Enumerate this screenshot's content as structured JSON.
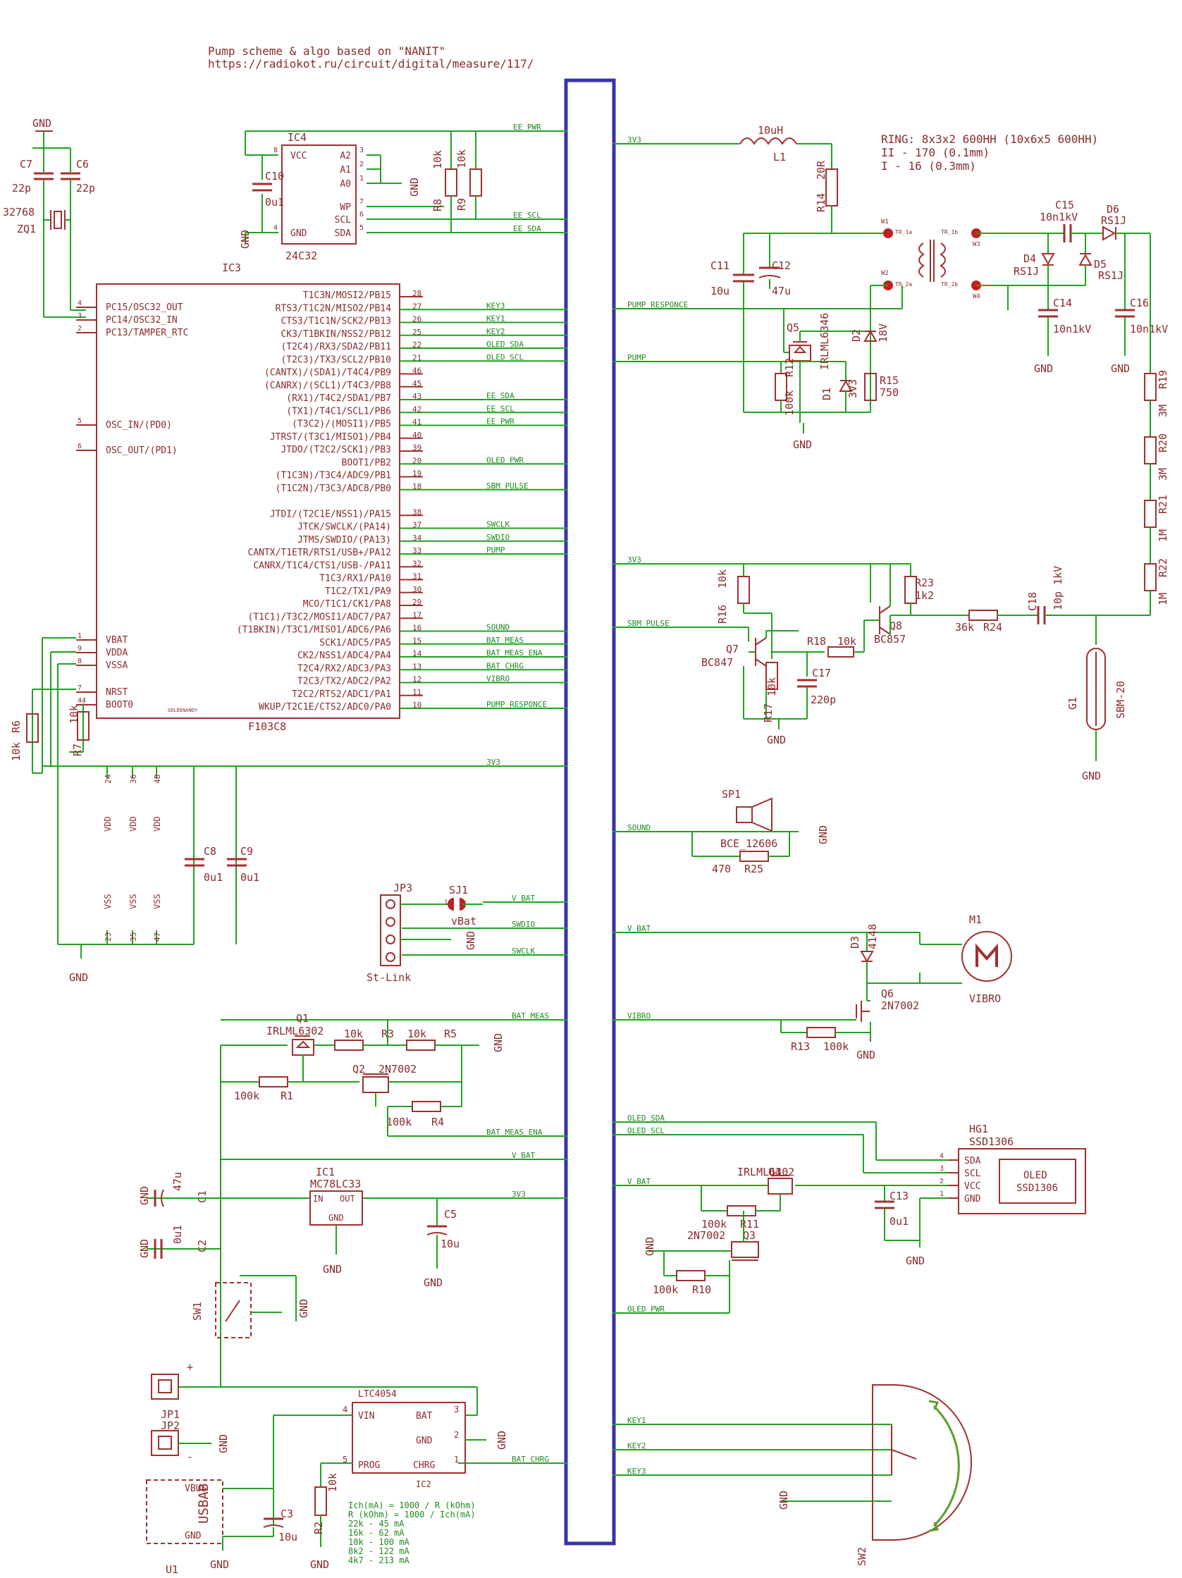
{
  "header": {
    "title": "Pump scheme & algo based on \"NANIT\"",
    "url": "https://radiokot.ru/circuit/digital/measure/117/"
  },
  "ring_note": {
    "line1": "RING: 8x3x2 600HH (10x6x5 600HH)",
    "line2": "II - 170 (0.1mm)",
    "line3": "I - 16 (0.3mm)"
  },
  "mcu": {
    "name": "IC3",
    "part": "F103C8",
    "left_pins": [
      {
        "num": "4",
        "label": "PC15/OSC32_OUT"
      },
      {
        "num": "3",
        "label": "PC14/OSC32_IN"
      },
      {
        "num": "2",
        "label": "PC13/TAMPER_RTC"
      },
      {
        "num": "5",
        "label": "OSC_IN/(PD0)"
      },
      {
        "num": "6",
        "label": "OSC_OUT/(PD1)"
      },
      {
        "num": "1",
        "label": "VBAT"
      },
      {
        "num": "9",
        "label": "VDDA"
      },
      {
        "num": "8",
        "label": "VSSA"
      },
      {
        "num": "7",
        "label": "NRST"
      },
      {
        "num": "44",
        "label": "BOOT0"
      }
    ],
    "right_pins": [
      {
        "num": "28",
        "label": "T1C3N/MOSI2/PB15",
        "net": ""
      },
      {
        "num": "27",
        "label": "RTS3/T1C2N/MISO2/PB14",
        "net": "KEY3"
      },
      {
        "num": "26",
        "label": "CTS3/T1C1N/SCK2/PB13",
        "net": "KEY1"
      },
      {
        "num": "25",
        "label": "CK3/T1BKIN/NSS2/PB12",
        "net": "KEY2"
      },
      {
        "num": "22",
        "label": "(T2C4)/RX3/SDA2/PB11",
        "net": "OLED_SDA"
      },
      {
        "num": "21",
        "label": "(T2C3)/TX3/SCL2/PB10",
        "net": "OLED_SCL"
      },
      {
        "num": "46",
        "label": "(CANTX)/(SDA1)/T4C4/PB9",
        "net": ""
      },
      {
        "num": "45",
        "label": "(CANRX)/(SCL1)/T4C3/PB8",
        "net": ""
      },
      {
        "num": "43",
        "label": "(RX1)/T4C2/SDA1/PB7",
        "net": "EE_SDA"
      },
      {
        "num": "42",
        "label": "(TX1)/T4C1/SCL1/PB6",
        "net": "EE_SCL"
      },
      {
        "num": "41",
        "label": "(T3C2)/(MOSI1)/PB5",
        "net": "EE_PWR"
      },
      {
        "num": "40",
        "label": "JTRST/(T3C1/MISO1)/PB4",
        "net": ""
      },
      {
        "num": "39",
        "label": "JTDO/(T2C2/SCK1)/PB3",
        "net": ""
      },
      {
        "num": "20",
        "label": "BOOT1/PB2",
        "net": "OLED_PWR"
      },
      {
        "num": "19",
        "label": "(T1C3N)/T3C4/ADC9/PB1",
        "net": ""
      },
      {
        "num": "18",
        "label": "(T1C2N)/T3C3/ADC8/PB0",
        "net": "SBM_PULSE"
      },
      {
        "num": "38",
        "label": "JTDI/(T2C1E/NSS1)/PA15",
        "net": ""
      },
      {
        "num": "37",
        "label": "JTCK/SWCLK/(PA14)",
        "net": "SWCLK"
      },
      {
        "num": "34",
        "label": "JTMS/SWDIO/(PA13)",
        "net": "SWDIO"
      },
      {
        "num": "33",
        "label": "CANTX/T1ETR/RTS1/USB+/PA12",
        "net": "PUMP"
      },
      {
        "num": "32",
        "label": "CANRX/T1C4/CTS1/USB-/PA11",
        "net": ""
      },
      {
        "num": "31",
        "label": "T1C3/RX1/PA10",
        "net": ""
      },
      {
        "num": "30",
        "label": "T1C2/TX1/PA9",
        "net": ""
      },
      {
        "num": "29",
        "label": "MCO/T1C1/CK1/PA8",
        "net": ""
      },
      {
        "num": "17",
        "label": "(T1C1)/T3C2/MOSI1/ADC7/PA7",
        "net": ""
      },
      {
        "num": "16",
        "label": "(T1BKIN)/T3C1/MISO1/ADC6/PA6",
        "net": "SOUND"
      },
      {
        "num": "15",
        "label": "SCK1/ADC5/PA5",
        "net": "BAT_MEAS"
      },
      {
        "num": "14",
        "label": "CK2/NSS1/ADC4/PA4",
        "net": "BAT_MEAS_ENA"
      },
      {
        "num": "13",
        "label": "T2C4/RX2/ADC3/PA3",
        "net": "BAT_CHRG"
      },
      {
        "num": "12",
        "label": "T2C3/TX2/ADC2/PA2",
        "net": "VIBRO"
      },
      {
        "num": "11",
        "label": "T2C2/RTS2/ADC1/PA1",
        "net": ""
      },
      {
        "num": "10",
        "label": "WKUP/T2C1E/CTS2/ADC0/PA0",
        "net": "PUMP_RESPONCE"
      }
    ],
    "power_pins": {
      "vdd": [
        {
          "num": "24",
          "label": "VDD"
        },
        {
          "num": "36",
          "label": "VDD"
        },
        {
          "num": "48",
          "label": "VDD"
        }
      ],
      "vss": [
        {
          "num": "23",
          "label": "VSS"
        },
        {
          "num": "35",
          "label": "VSS"
        },
        {
          "num": "47",
          "label": "VSS"
        }
      ]
    },
    "logo": "GOLDENANDY"
  },
  "eeprom": {
    "name": "IC4",
    "part": "24C32",
    "pins": [
      {
        "num": "8",
        "label": "VCC"
      },
      {
        "num": "4",
        "label": "GND"
      },
      {
        "num": "3",
        "label": "A2"
      },
      {
        "num": "2",
        "label": "A1"
      },
      {
        "num": "1",
        "label": "A0"
      },
      {
        "num": "7",
        "label": "WP"
      },
      {
        "num": "6",
        "label": "SCL"
      },
      {
        "num": "5",
        "label": "SDA"
      }
    ]
  },
  "nets": {
    "ee_pwr": "EE_PWR",
    "ee_scl": "EE_SCL",
    "ee_sda": "EE_SDA",
    "v3v3": "3V3",
    "pump_responce": "PUMP_RESPONCE",
    "pump": "PUMP",
    "sbm_pulse": "SBM_PULSE",
    "sound": "SOUND",
    "v_bat": "V_BAT",
    "swdio": "SWDIO",
    "swclk": "SWCLK",
    "vibro": "VIBRO",
    "bat_meas": "BAT_MEAS",
    "bat_meas_ena": "BAT_MEAS_ENA",
    "oled_sda": "OLED_SDA",
    "oled_scl": "OLED_SCL",
    "oled_pwr": "OLED_PWR",
    "bat_chrg": "BAT_CHRG",
    "key1": "KEY1",
    "key2": "KEY2",
    "key3": "KEY3",
    "gnd": "GND"
  },
  "parts": {
    "c7": {
      "name": "C7",
      "value": "22p"
    },
    "c6": {
      "name": "C6",
      "value": "22p"
    },
    "zq1": {
      "name": "ZQ1",
      "value": "32768"
    },
    "c10": {
      "name": "C10",
      "value": "0u1"
    },
    "r8": {
      "name": "R8",
      "value": "10k"
    },
    "r9": {
      "name": "R9",
      "value": "10k"
    },
    "r6": {
      "name": "R6",
      "value": "10k"
    },
    "r7": {
      "name": "R7",
      "value": "10k"
    },
    "c8": {
      "name": "C8",
      "value": "0u1"
    },
    "c9": {
      "name": "C9",
      "value": "0u1"
    },
    "l1": {
      "name": "L1",
      "value": "10uH"
    },
    "r14": {
      "name": "R14",
      "value": "20R"
    },
    "c11": {
      "name": "C11",
      "value": "10u"
    },
    "c12": {
      "name": "C12",
      "value": "47u"
    },
    "q5": {
      "name": "Q5",
      "value": "IRLML6346"
    },
    "r12": {
      "name": "R12",
      "value": "100k"
    },
    "d1": {
      "name": "D1",
      "value": "3V3"
    },
    "d2": {
      "name": "D2",
      "value": "18V"
    },
    "r15": {
      "name": "R15",
      "value": "750"
    },
    "c15": {
      "name": "C15",
      "value": "10n1kV"
    },
    "d6": {
      "name": "D6",
      "value": "RS1J"
    },
    "d4": {
      "name": "D4",
      "value": "RS1J"
    },
    "d5": {
      "name": "D5",
      "value": "RS1J"
    },
    "c14": {
      "name": "C14",
      "value": "10n1kV"
    },
    "c16": {
      "name": "C16",
      "value": "10n1kV"
    },
    "r19": {
      "name": "R19",
      "value": "3M"
    },
    "r20": {
      "name": "R20",
      "value": "3M"
    },
    "r21": {
      "name": "R21",
      "value": "1M"
    },
    "r22": {
      "name": "R22",
      "value": "1M"
    },
    "r16": {
      "name": "R16",
      "value": "10k"
    },
    "r23": {
      "name": "R23",
      "value": "1k2"
    },
    "q8": {
      "name": "Q8",
      "value": "BC857"
    },
    "q7": {
      "name": "Q7",
      "value": "BC847"
    },
    "r18": {
      "name": "R18",
      "value": "10k"
    },
    "r17": {
      "name": "R17",
      "value": "10k"
    },
    "c17": {
      "name": "C17",
      "value": "220p"
    },
    "r24": {
      "name": "R24",
      "value": "36k"
    },
    "c18": {
      "name": "C18",
      "value": "10p 1kV"
    },
    "g1": {
      "name": "G1",
      "value": "SBM-20"
    },
    "sp1": {
      "name": "SP1",
      "value": "BCE_12606"
    },
    "r25": {
      "name": "R25",
      "value": "470"
    },
    "jp3": {
      "name": "JP3",
      "value": "St-Link"
    },
    "sj1": {
      "name": "SJ1",
      "value": "vBat"
    },
    "d3": {
      "name": "D3",
      "value": "4148"
    },
    "m1": {
      "name": "M1",
      "value": "VIBRO"
    },
    "q6": {
      "name": "Q6",
      "value": "2N7002"
    },
    "r13": {
      "name": "R13",
      "value": "100k"
    },
    "q1": {
      "name": "Q1",
      "value": "IRLML6302"
    },
    "r3": {
      "name": "R3",
      "value": "10k"
    },
    "r5": {
      "name": "R5",
      "value": "10k"
    },
    "q2": {
      "name": "Q2",
      "value": "2N7002"
    },
    "r1": {
      "name": "R1",
      "value": "100k"
    },
    "r4": {
      "name": "R4",
      "value": "100k"
    },
    "c1": {
      "name": "C1",
      "value": "47u"
    },
    "ic1": {
      "name": "IC1",
      "value": "MC78LC33"
    },
    "c5": {
      "name": "C5",
      "value": "10u"
    },
    "c2": {
      "name": "C2",
      "value": "0u1"
    },
    "sw1": {
      "name": "SW1",
      "value": ""
    },
    "jp1": {
      "name": "JP1",
      "value": ""
    },
    "jp2": {
      "name": "JP2",
      "value": ""
    },
    "ic2": {
      "name": "IC2",
      "value": "LTC4054"
    },
    "r2": {
      "name": "R2",
      "value": "10k"
    },
    "c3": {
      "name": "C3",
      "value": "10u"
    },
    "u1": {
      "name": "U1",
      "value": "USBAB"
    },
    "hg1": {
      "name": "HG1",
      "value": "SSD1306"
    },
    "q4": {
      "name": "Q4",
      "value": "IRLML6302"
    },
    "r11": {
      "name": "R11",
      "value": "100k"
    },
    "q3": {
      "name": "Q3",
      "value": "2N7002"
    },
    "r10": {
      "name": "R10",
      "value": "100k"
    },
    "c13": {
      "name": "C13",
      "value": "0u1"
    },
    "sw2": {
      "name": "SW2",
      "value": ""
    }
  },
  "transformer": {
    "w1": "W1",
    "w2": "W2",
    "w3": "W3",
    "w4": "W4",
    "tr1": "TR_1a",
    "tr2": "TR_1b",
    "tr3": "TR_2a",
    "tr4": "TR_2b"
  },
  "ic1_pins": {
    "in": "IN",
    "out": "OUT",
    "gnd": "GND"
  },
  "ic2_pins": {
    "vin": "VIN",
    "bat": "BAT",
    "gnd": "GND",
    "prog": "PROG",
    "chrg": "CHRG",
    "n4": "4",
    "n3": "3",
    "n2": "2",
    "n5": "5",
    "n1": "1"
  },
  "oled": {
    "pins": [
      {
        "num": "4",
        "label": "SDA"
      },
      {
        "num": "3",
        "label": "SCL"
      },
      {
        "num": "2",
        "label": "VCC"
      },
      {
        "num": "1",
        "label": "GND"
      }
    ],
    "label1": "OLED",
    "label2": "SSD1306"
  },
  "usb": {
    "vbus": "VBUS",
    "gnd": "GND"
  },
  "jp_marks": {
    "plus": "+",
    "minus": "-",
    "one": "1"
  },
  "charge_note": [
    "Ich(mA) = 1000 / R (kOhm)",
    "R (kOhm) = 1000 / Ich(mA)",
    "22k - 45 mA",
    "16k - 62 mA",
    "10k - 100 mA",
    "8k2 - 122 mA",
    "4k7 - 213 mA"
  ],
  "colors": {
    "wire": "#1fa31f",
    "component": "#a03030",
    "bus": "#3535a8",
    "net_label": "#1f8a1f",
    "power_pin": "#d0a0a0"
  }
}
